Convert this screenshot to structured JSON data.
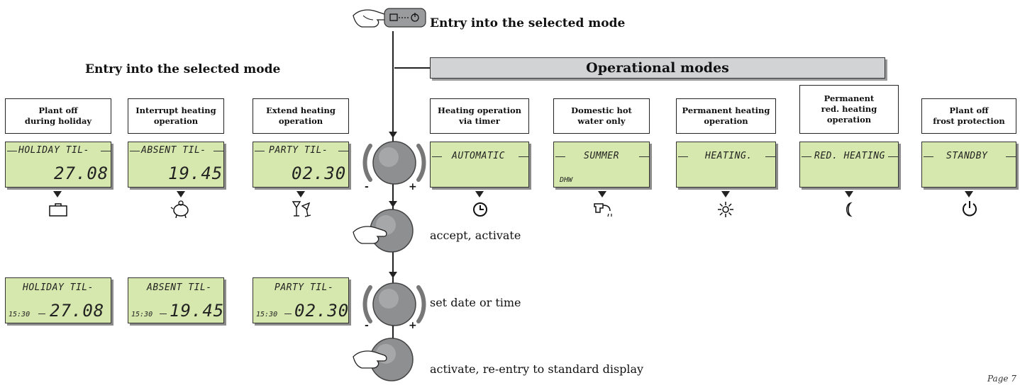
{
  "headings": {
    "top_entry": "Entry into the selected mode",
    "left_entry": "Entry into the selected mode",
    "operational_modes": "Operational modes"
  },
  "left_modes": [
    {
      "label_l1": "Plant off",
      "label_l2": "during holiday",
      "lcd_text": "HOLIDAY TIL-",
      "lcd_value": "27.08",
      "icon": "suitcase-icon"
    },
    {
      "label_l1": "Interrupt heating",
      "label_l2": "operation",
      "lcd_text": "ABSENT TIL-",
      "lcd_value": "19.45",
      "icon": "piggy-bank-icon"
    },
    {
      "label_l1": "Extend heating",
      "label_l2": "operation",
      "lcd_text": "PARTY TIL-",
      "lcd_value": "02.30",
      "icon": "cocktail-glasses-icon"
    }
  ],
  "right_modes": [
    {
      "label_l1": "Heating operation",
      "label_l2": "via timer",
      "label_l3": "",
      "lcd_text": "AUTOMATIC",
      "lcd_sub": "",
      "icon": "clock-icon"
    },
    {
      "label_l1": "Domestic hot",
      "label_l2": "water only",
      "label_l3": "",
      "lcd_text": "SUMMER",
      "lcd_sub": "DHW",
      "icon": "faucet-icon"
    },
    {
      "label_l1": "Permanent heating",
      "label_l2": "operation",
      "label_l3": "",
      "lcd_text": "HEATING.",
      "lcd_sub": "",
      "icon": "sun-icon"
    },
    {
      "label_l1": "Permanent",
      "label_l2": "red. heating",
      "label_l3": "operation",
      "lcd_text": "RED. HEATING",
      "lcd_sub": "",
      "icon": "moon-icon"
    },
    {
      "label_l1": "Plant off",
      "label_l2": "frost protection",
      "label_l3": "",
      "lcd_text": "STANDBY",
      "lcd_sub": "",
      "icon": "power-icon"
    }
  ],
  "bottom_lcds": [
    {
      "lcd_text": "HOLIDAY TIL-",
      "time": "15:30",
      "value": "27.08"
    },
    {
      "lcd_text": "ABSENT TIL-",
      "time": "15:30",
      "value": "19.45"
    },
    {
      "lcd_text": "PARTY TIL-",
      "time": "15:30",
      "value": "02.30"
    }
  ],
  "steps": {
    "accept": "accept, activate",
    "set": "set date or time",
    "activate": "activate, re-entry to standard display"
  },
  "knob_signs": {
    "minus": "-",
    "plus": "+"
  },
  "page_note": "Page 7"
}
